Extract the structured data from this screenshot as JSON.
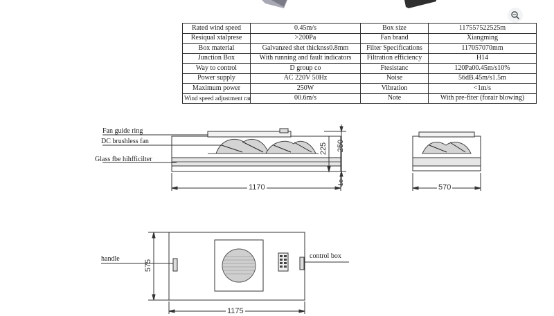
{
  "spec_table": {
    "rows": [
      {
        "k1": "Rated wind speed",
        "v1": "0.45m/s",
        "k2": "Box size",
        "v2": "117557522525m"
      },
      {
        "k1": "Resiqual xtalprese",
        "v1": ">200Pa",
        "k2": "Fan brand",
        "v2": "Xiangming"
      },
      {
        "k1": "Box material",
        "v1": "Galvanzed shet thicknss0.8mm",
        "k2": "Filter Specifications",
        "v2": "117057070mm"
      },
      {
        "k1": "Junction Box",
        "v1": "With running and fault indicators",
        "k2": "Filtration efficiency",
        "v2": "H14"
      },
      {
        "k1": "Way to control",
        "v1": "D group co",
        "k2": "Ftesistanc",
        "v2": "120Pa00.45m/s10%"
      },
      {
        "k1": "Power supply",
        "v1": "AC 220V 50Hz",
        "k2": "Noise",
        "v2": "56dB.45m/s1.5m"
      },
      {
        "k1": "Maximum power",
        "v1": "250W",
        "k2": "Vibration",
        "v2": "<1m/s"
      },
      {
        "k1": "Wind speed adjustment range",
        "v1": "00.6m/s",
        "k2": "Note",
        "v2": "With pre-fiter (forair blowing)"
      }
    ]
  },
  "side_view": {
    "fan_guide_ring": "Fan guide ring",
    "dc_brushless_fan": "DC brushless fan",
    "glass_filter": "Glass fbe hihfficilter",
    "dim_width": "1170",
    "dim_225": "225",
    "dim_250": "250",
    "dim_small": "1e"
  },
  "end_view": {
    "dim_width": "570"
  },
  "top_view": {
    "handle": "handle",
    "control_box": "control box",
    "dim_height": "575",
    "dim_width": "1175"
  },
  "icons": {
    "zoom": "zoom-lens-icon"
  }
}
